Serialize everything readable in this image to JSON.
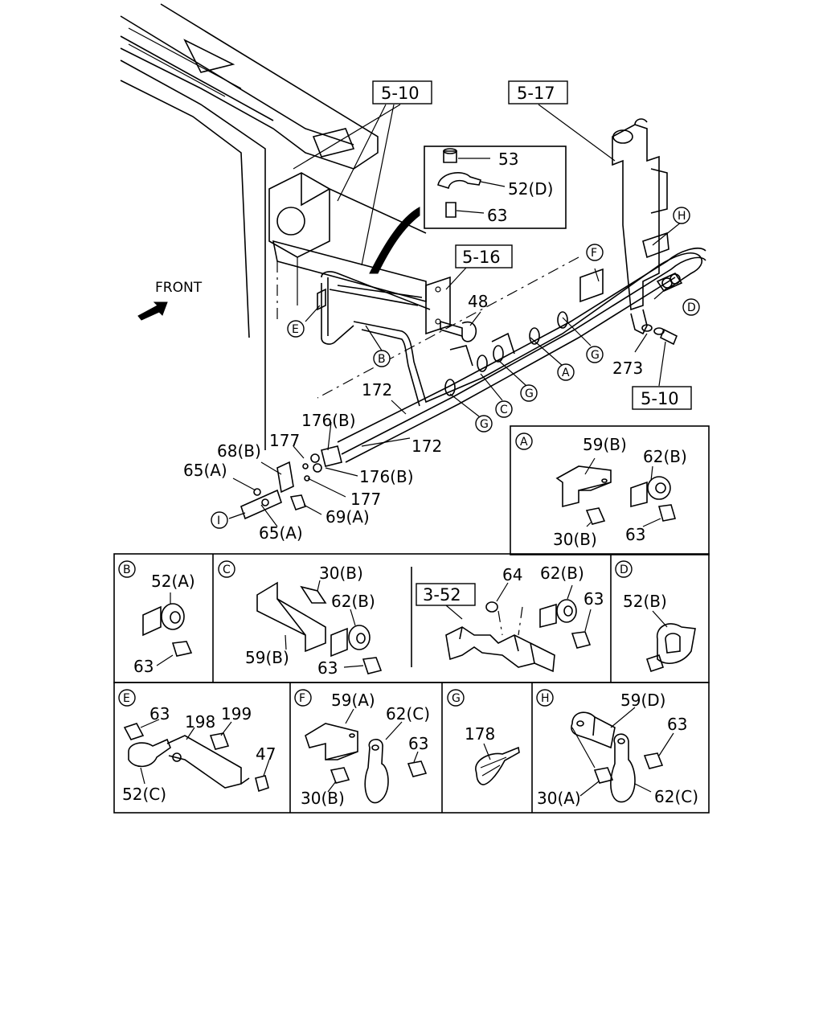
{
  "front_label": "FRONT",
  "refs": {
    "r1": "5-10",
    "r2": "5-17",
    "r3": "5-16",
    "r4": "5-10",
    "r5": "3-52"
  },
  "main_labels": {
    "p53": "53",
    "p52d": "52(D)",
    "p63a": "63",
    "p48": "48",
    "p273": "273",
    "p172a": "172",
    "p172b": "172",
    "p176a": "176(B)",
    "p176b": "176(B)",
    "p177a": "177",
    "p177b": "177",
    "p68b": "68(B)",
    "p65a1": "65(A)",
    "p65a2": "65(A)",
    "p69a": "69(A)"
  },
  "callouts": {
    "A": "A",
    "B": "B",
    "C": "C",
    "D": "D",
    "E": "E",
    "F": "F",
    "G": "G",
    "H": "H",
    "I": "I"
  },
  "detail_a": {
    "tag": "A",
    "l1": "59(B)",
    "l2": "62(B)",
    "l3": "30(B)",
    "l4": "63"
  },
  "detail_b": {
    "tag": "B",
    "l1": "52(A)",
    "l2": "63"
  },
  "detail_c": {
    "tag": "C",
    "l1": "30(B)",
    "l2": "62(B)",
    "l3": "59(B)",
    "l4": "63"
  },
  "detail_mid": {
    "l1": "64",
    "l2": "62(B)",
    "l3": "63"
  },
  "detail_d": {
    "tag": "D",
    "l1": "52(B)"
  },
  "detail_e": {
    "tag": "E",
    "l1": "63",
    "l2": "198",
    "l3": "199",
    "l4": "47",
    "l5": "52(C)"
  },
  "detail_f": {
    "tag": "F",
    "l1": "59(A)",
    "l2": "62(C)",
    "l3": "63",
    "l4": "30(B)"
  },
  "detail_g": {
    "tag": "G",
    "l1": "178"
  },
  "detail_h": {
    "tag": "H",
    "l1": "59(D)",
    "l2": "63",
    "l3": "30(A)",
    "l4": "62(C)"
  }
}
